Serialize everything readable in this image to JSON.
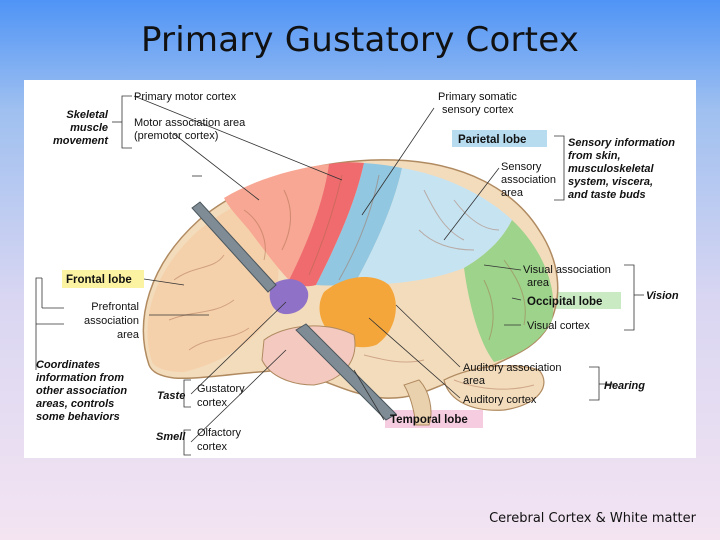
{
  "slide": {
    "title": "Primary Gustatory Cortex",
    "footer": "Cerebral Cortex & White matter"
  },
  "labels": {
    "primary_motor": "Primary motor cortex",
    "motor_assoc_1": "Motor association area",
    "motor_assoc_2": "(premotor cortex)",
    "skeletal_1": "Skeletal",
    "skeletal_2": "muscle",
    "skeletal_3": "movement",
    "primary_somatic_1": "Primary somatic",
    "primary_somatic_2": "sensory cortex",
    "parietal_lobe": "Parietal lobe",
    "sensory_info_1": "Sensory information",
    "sensory_info_2": "from skin,",
    "sensory_info_3": "musculoskeletal",
    "sensory_info_4": "system, viscera,",
    "sensory_info_5": "and taste buds",
    "sensory_assoc_1": "Sensory",
    "sensory_assoc_2": "association",
    "sensory_assoc_3": "area",
    "frontal_lobe": "Frontal lobe",
    "prefrontal_1": "Prefrontal",
    "prefrontal_2": "association",
    "prefrontal_3": "area",
    "visual_assoc_1": "Visual association",
    "visual_assoc_2": "area",
    "occipital_lobe": "Occipital lobe",
    "vision": "Vision",
    "visual_cortex": "Visual cortex",
    "coordinates_1": "Coordinates",
    "coordinates_2": "information from",
    "coordinates_3": "other association",
    "coordinates_4": "areas, controls",
    "coordinates_5": "some behaviors",
    "taste": "Taste",
    "gustatory_1": "Gustatory",
    "gustatory_2": "cortex",
    "auditory_assoc_1": "Auditory association",
    "auditory_assoc_2": "area",
    "auditory_cortex": "Auditory cortex",
    "hearing": "Hearing",
    "temporal_lobe": "Temporal lobe",
    "smell": "Smell",
    "olfactory_1": "Olfactory",
    "olfactory_2": "cortex"
  },
  "colors": {
    "parietal_highlight": "#b7dcf0",
    "frontal_highlight": "#fbf2a2",
    "occipital_highlight": "#c9eac2",
    "temporal_highlight": "#f6cde0",
    "motor_cortex": "#f06b6e",
    "premotor": "#f7a793",
    "somatosensory": "#91c7e0",
    "sensory_assoc": "#c6e3f2",
    "visual": "#9dd38b",
    "auditory": "#f5a63a",
    "gustatory": "#8f71c7",
    "prefrontal": "#f5cfa8",
    "temporal": "#f3dcbc"
  }
}
